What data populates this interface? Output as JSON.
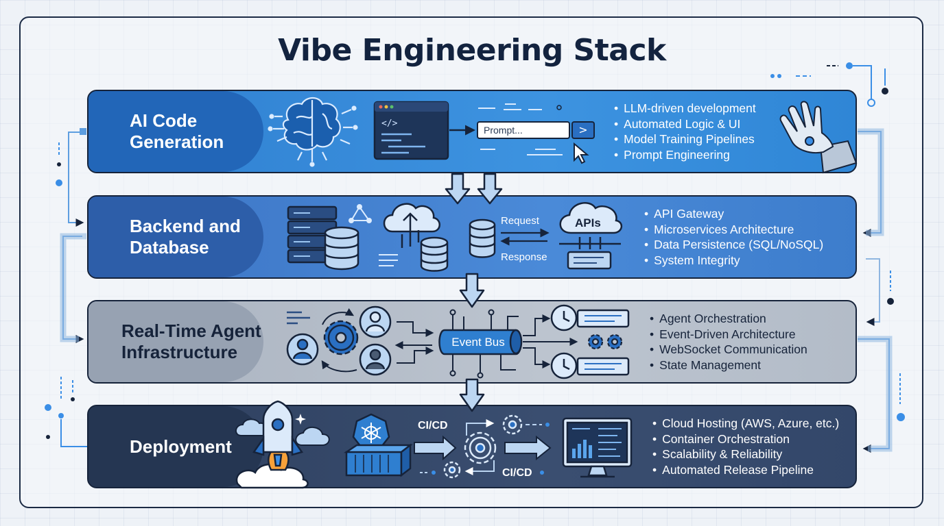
{
  "title": "Vibe Engineering Stack",
  "layers": [
    {
      "name": "AI Code\nGeneration",
      "bullets": [
        "LLM-driven development",
        "Automated Logic & UI",
        "Model Training Pipelines",
        "Prompt Engineering"
      ],
      "prompt_placeholder": "Prompt...",
      "prompt_button": ">",
      "code_tag": "</>"
    },
    {
      "name": "Backend and\nDatabase",
      "bullets": [
        "API Gateway",
        "Microservices Architecture",
        "Data Persistence (SQL/NoSQL)",
        "System Integrity"
      ],
      "request_label": "Request",
      "response_label": "Response",
      "apis_label": "APIs"
    },
    {
      "name": "Real-Time Agent\nInfrastructure",
      "bullets": [
        "Agent Orchestration",
        "Event-Driven Architecture",
        "WebSocket Communication",
        "State Management"
      ],
      "event_bus_label": "Event Bus"
    },
    {
      "name": "Deployment",
      "bullets": [
        "Cloud Hosting (AWS, Azure, etc.)",
        "Container Orchestration",
        "Scalability & Reliability",
        "Automated Release Pipeline"
      ],
      "cicd_top": "CI/CD",
      "cicd_bottom": "CI/CD"
    }
  ],
  "colors": {
    "ai_layer": "#2f7fd0",
    "backend_layer": "#3c74c4",
    "realtime_layer": "#aab3c0",
    "deployment_layer": "#2d3f5e",
    "outline": "#16233a",
    "accent": "#3a8ee6"
  },
  "icons": [
    "brain-icon",
    "code-window-icon",
    "cursor-icon",
    "robot-hand-icon",
    "server-icon",
    "database-icon",
    "cloud-upload-icon",
    "api-cloud-icon",
    "gear-icon",
    "user-icon",
    "clock-icon",
    "rocket-icon",
    "kubernetes-icon",
    "container-icon",
    "monitor-chart-icon"
  ]
}
